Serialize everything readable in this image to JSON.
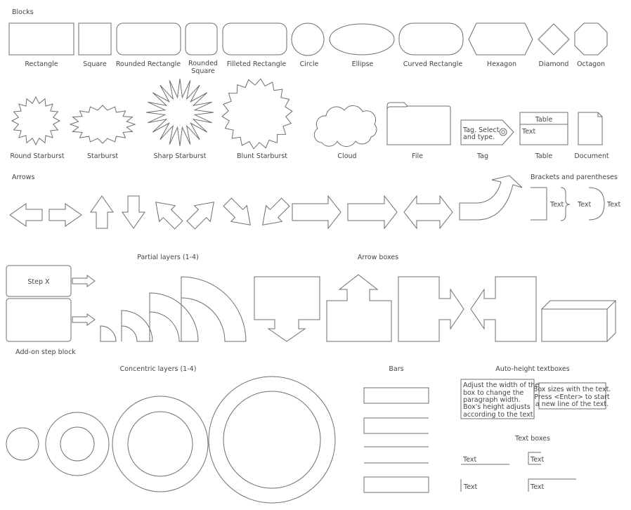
{
  "sections": {
    "blocks": "Blocks",
    "arrows": "Arrows",
    "brackets": "Brackets and parentheses",
    "partial_layers": "Partial layers (1-4)",
    "arrow_boxes": "Arrow boxes",
    "addon_step": "Add-on step block",
    "concentric_layers": "Concentric layers (1-4)",
    "bars": "Bars",
    "auto_height": "Auto-height textboxes",
    "text_boxes": "Text boxes"
  },
  "blocks": {
    "rectangle": "Rectangle",
    "square": "Square",
    "rounded_rectangle": "Rounded Rectangle",
    "rounded_square_1": "Rounded",
    "rounded_square_2": "Square",
    "filleted_rectangle": "Filleted Rectangle",
    "circle": "Circle",
    "ellipse": "Ellipse",
    "curved_rectangle": "Curved Rectangle",
    "hexagon": "Hexagon",
    "diamond": "Diamond",
    "octagon": "Octagon",
    "round_starburst": "Round Starburst",
    "starburst": "Starburst",
    "sharp_starburst": "Sharp Starburst",
    "blunt_starburst": "Blunt Starburst",
    "cloud": "Cloud",
    "file": "File",
    "tag": "Tag",
    "tag_text_1": "Tag. Select",
    "tag_text_2": "and type.",
    "table": "Table",
    "table_header": "Table",
    "table_text": "Text",
    "document": "Document"
  },
  "brackets": {
    "bracket_text": "Text",
    "brace_text": "Text",
    "paren_text": "Text"
  },
  "step_block": {
    "label": "Step X"
  },
  "auto_height": {
    "box1": [
      "Adjust the width of the",
      "box to change the",
      "paragraph width.",
      "Box's height adjusts",
      "according to the text."
    ],
    "box2": [
      "Box sizes with the text.",
      "Press <Enter> to start",
      "a new line of the text."
    ]
  },
  "text_boxes": [
    "Text",
    "Text",
    "Text",
    "Text"
  ]
}
